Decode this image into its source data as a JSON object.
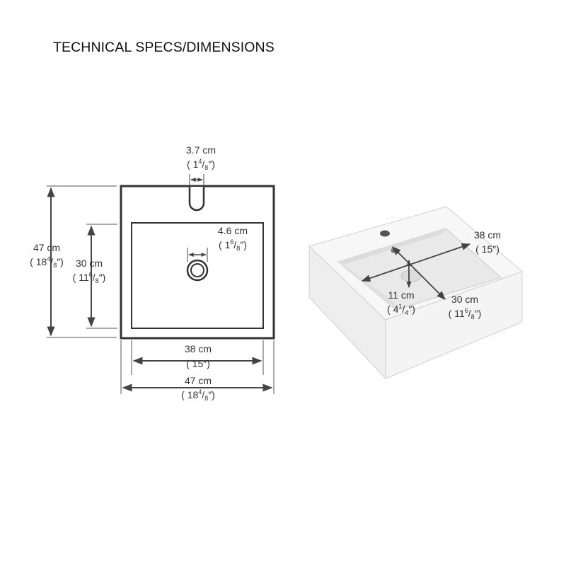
{
  "title": "TECHNICAL SPECS/DIMENSIONS",
  "colors": {
    "line": "#333333",
    "dim": "#555555",
    "basin_top": "#f6f6f6",
    "basin_side": "#ececec",
    "basin_inner": "#e9e9e9"
  },
  "top_view": {
    "faucet_hole": {
      "cm": "3.7 cm",
      "in_open": "( 1",
      "in_num": "4",
      "in_den": "8",
      "in_close": "″)"
    },
    "drain": {
      "cm": "4.6 cm",
      "in_open": "( 1",
      "in_num": "6",
      "in_den": "8",
      "in_close": "″)"
    },
    "outer_height": {
      "cm": "47 cm",
      "in_open": "( 18",
      "in_num": "4",
      "in_den": "8",
      "in_close": "″)"
    },
    "inner_height": {
      "cm": "30 cm",
      "in_open": "( 11",
      "in_num": "6",
      "in_den": "8",
      "in_close": "″)"
    },
    "inner_width": {
      "cm": "38 cm",
      "in": "( 15″)"
    },
    "outer_width": {
      "cm": "47 cm",
      "in_open": "( 18",
      "in_num": "4",
      "in_den": "8",
      "in_close": "″)"
    }
  },
  "perspective_view": {
    "width": {
      "cm": "38 cm",
      "in": "( 15″)"
    },
    "depth": {
      "cm": "11 cm",
      "in_open": "( 4",
      "in_num": "1",
      "in_den": "4",
      "in_close": "″)"
    },
    "length": {
      "cm": "30 cm",
      "in_open": "( 11",
      "in_num": "6",
      "in_den": "8",
      "in_close": "″)"
    }
  }
}
